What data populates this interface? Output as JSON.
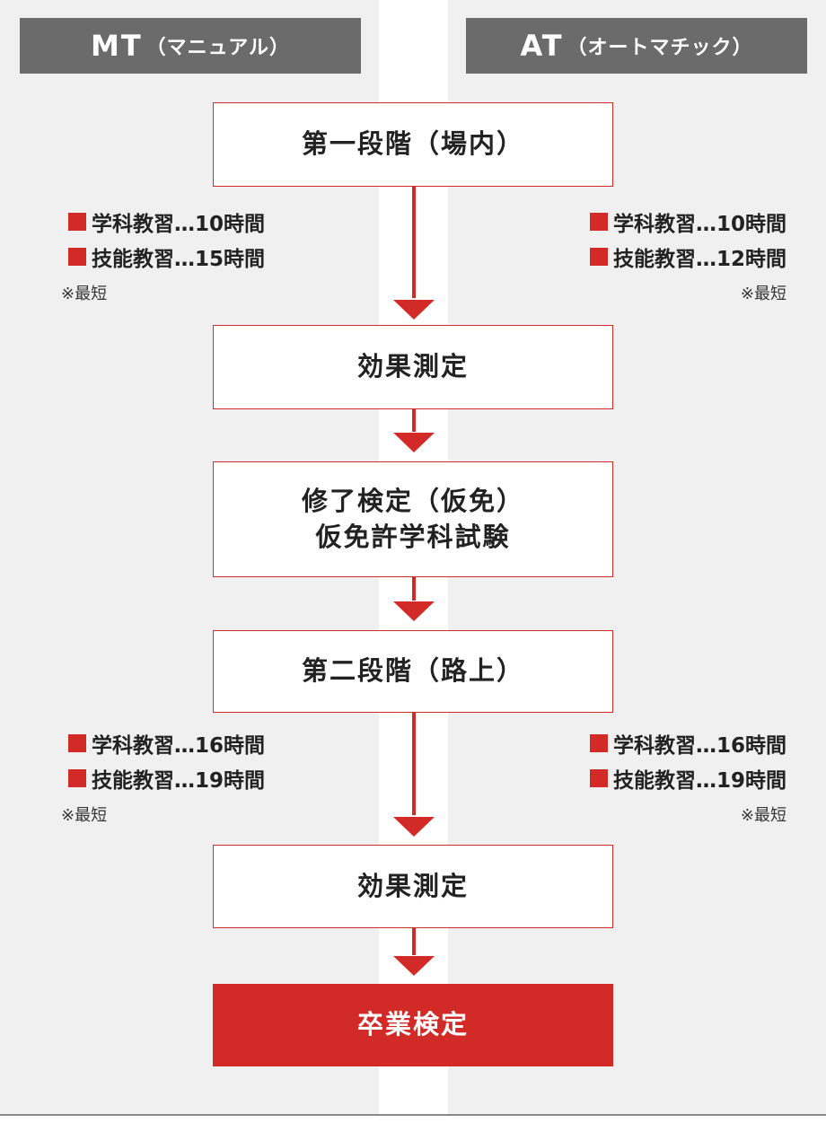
{
  "columns": {
    "left": {
      "label": "MT",
      "sub": "（マニュアル）"
    },
    "right": {
      "label": "AT",
      "sub": "（オートマチック）"
    }
  },
  "steps": [
    {
      "lines": [
        "第一段階（場内）"
      ]
    },
    {
      "lines": [
        "効果測定"
      ]
    },
    {
      "lines": [
        "修了検定（仮免）",
        "仮免許学科試験"
      ]
    },
    {
      "lines": [
        "第二段階（路上）"
      ]
    },
    {
      "lines": [
        "効果測定"
      ]
    },
    {
      "lines": [
        "卒業検定"
      ]
    }
  ],
  "stage1": {
    "mt": [
      "学科教習…10時間",
      "技能教習…15時間"
    ],
    "at": [
      "学科教習…10時間",
      "技能教習…12時間"
    ]
  },
  "stage2": {
    "mt": [
      "学科教習…16時間",
      "技能教習…19時間"
    ],
    "at": [
      "学科教習…16時間",
      "技能教習…19時間"
    ]
  },
  "note": "※最短",
  "colors": {
    "accent": "#d22b27",
    "header_bg": "#6b6b6b",
    "panel_bg": "#f0f0f0"
  }
}
